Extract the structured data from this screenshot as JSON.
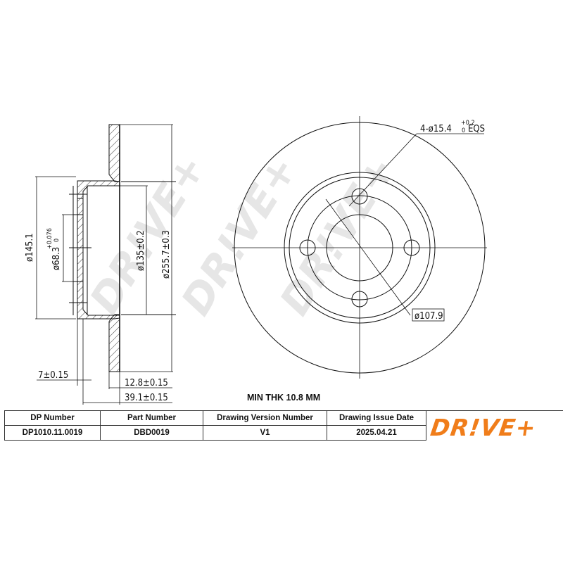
{
  "drawing": {
    "side_view": {
      "dimensions": {
        "d_outer_hub": "ø145.1",
        "d_center_bore": "ø68.3",
        "d_center_bore_tol_upper": "+0.076",
        "d_center_bore_tol_lower": "0",
        "d_hat": "ø135±0.2",
        "d_disc": "ø255.7±0.3",
        "hat_thickness": "7±0.15",
        "disc_thickness": "12.8±0.15",
        "total_height": "39.1±0.15"
      }
    },
    "front_view": {
      "bolt_holes": "4-ø15.4",
      "bolt_holes_tol_upper": "+0.2",
      "bolt_holes_tol_lower": "0",
      "bolt_holes_suffix": "EQS",
      "pcd": "ø107.9"
    },
    "watermark": "DR!VE+",
    "min_thickness": "MIN THK 10.8 MM"
  },
  "title_block": {
    "headers": [
      "DP Number",
      "Part Number",
      "Drawing Version Number",
      "Drawing Issue Date"
    ],
    "values": [
      "DP1010.11.0019",
      "DBD0019",
      "V1",
      "2025.04.21"
    ]
  },
  "brand": {
    "logo_text": "DR!VE+",
    "color": "#f07d1a"
  }
}
